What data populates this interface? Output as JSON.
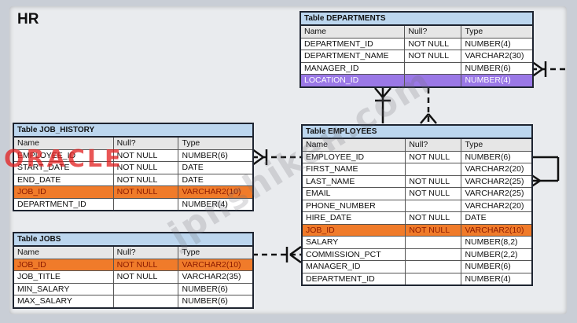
{
  "schema": {
    "title": "HR"
  },
  "columns": {
    "name": "Name",
    "null": "Null?",
    "type": "Type"
  },
  "tables": {
    "departments": {
      "title": "Table DEPARTMENTS",
      "rows": [
        {
          "name": "DEPARTMENT_ID",
          "null": "NOT NULL",
          "type": "NUMBER(4)"
        },
        {
          "name": "DEPARTMENT_NAME",
          "null": "NOT NULL",
          "type": "VARCHAR2(30)"
        },
        {
          "name": "MANAGER_ID",
          "null": "",
          "type": "NUMBER(6)"
        },
        {
          "name": "LOCATION_ID",
          "null": "",
          "type": "NUMBER(4)"
        }
      ]
    },
    "job_history": {
      "title": "Table JOB_HISTORY",
      "rows": [
        {
          "name": "EMPLOYEE_ID",
          "null": "NOT NULL",
          "type": "NUMBER(6)"
        },
        {
          "name": "START_DATE",
          "null": "NOT NULL",
          "type": "DATE"
        },
        {
          "name": "END_DATE",
          "null": "NOT NULL",
          "type": "DATE"
        },
        {
          "name": "JOB_ID",
          "null": "NOT NULL",
          "type": "VARCHAR2(10)"
        },
        {
          "name": "DEPARTMENT_ID",
          "null": "",
          "type": "NUMBER(4)"
        }
      ]
    },
    "employees": {
      "title": "Table EMPLOYEES",
      "rows": [
        {
          "name": "EMPLOYEE_ID",
          "null": "NOT NULL",
          "type": "NUMBER(6)"
        },
        {
          "name": "FIRST_NAME",
          "null": "",
          "type": "VARCHAR2(20)"
        },
        {
          "name": "LAST_NAME",
          "null": "NOT NULL",
          "type": "VARCHAR2(25)"
        },
        {
          "name": "EMAIL",
          "null": "NOT NULL",
          "type": "VARCHAR2(25)"
        },
        {
          "name": "PHONE_NUMBER",
          "null": "",
          "type": "VARCHAR2(20)"
        },
        {
          "name": "HIRE_DATE",
          "null": "NOT NULL",
          "type": "DATE"
        },
        {
          "name": "JOB_ID",
          "null": "NOT NULL",
          "type": "VARCHAR2(10)"
        },
        {
          "name": "SALARY",
          "null": "",
          "type": "NUMBER(8,2)"
        },
        {
          "name": "COMMISSION_PCT",
          "null": "",
          "type": "NUMBER(2,2)"
        },
        {
          "name": "MANAGER_ID",
          "null": "",
          "type": "NUMBER(6)"
        },
        {
          "name": "DEPARTMENT_ID",
          "null": "",
          "type": "NUMBER(4)"
        }
      ]
    },
    "jobs": {
      "title": "Table JOBS",
      "rows": [
        {
          "name": "JOB_ID",
          "null": "NOT NULL",
          "type": "VARCHAR2(10)"
        },
        {
          "name": "JOB_TITLE",
          "null": "NOT NULL",
          "type": "VARCHAR2(35)"
        },
        {
          "name": "MIN_SALARY",
          "null": "",
          "type": "NUMBER(6)"
        },
        {
          "name": "MAX_SALARY",
          "null": "",
          "type": "NUMBER(6)"
        }
      ]
    }
  },
  "highlight_colors": {
    "orange": "#f07b2a",
    "purple": "#9a78e6",
    "title_bar": "#bcd6ee"
  },
  "watermark": "jpnshikeн.com",
  "logo": "ORACLE"
}
